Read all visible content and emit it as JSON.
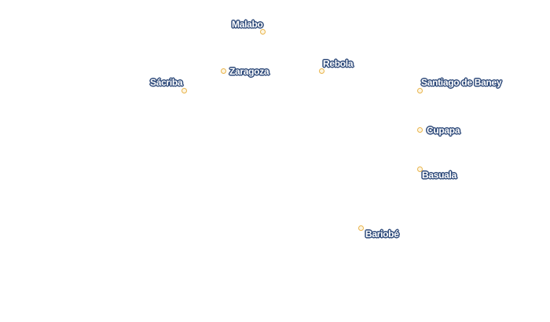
{
  "map": {
    "marker_color": "#e9b44c",
    "label_color": "#ffffff",
    "label_halo_color": "#2e4a7a",
    "places": [
      {
        "id": "malabo",
        "name": "Malabo"
      },
      {
        "id": "zaragoza",
        "name": "Zaragoza"
      },
      {
        "id": "rebola",
        "name": "Rebola"
      },
      {
        "id": "sacriba",
        "name": "Sácriba"
      },
      {
        "id": "santiago-de-baney",
        "name": "Santiago de Baney"
      },
      {
        "id": "cupapa",
        "name": "Cupapa"
      },
      {
        "id": "basuala",
        "name": "Basuala"
      },
      {
        "id": "bariobe",
        "name": "Bariobé"
      }
    ]
  }
}
